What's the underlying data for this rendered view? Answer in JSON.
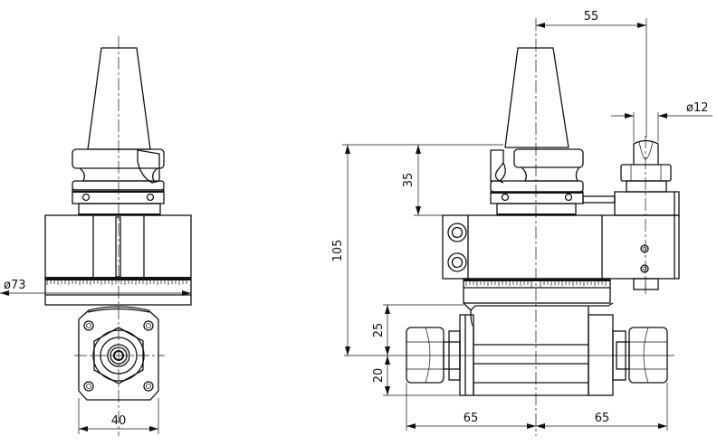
{
  "title": "Angle head technical drawing (front and side views)",
  "colors": {
    "line": "#111111",
    "background": "#ffffff"
  },
  "left_view": {
    "diameter_label": "ø73",
    "width_label": "40"
  },
  "right_view": {
    "offset_label": "55",
    "shaft_diameter_label": "ø12",
    "height_total_label": "105",
    "flange_height_label": "35",
    "upper_label": "25",
    "lower_label": "20",
    "left_reach_label": "65",
    "right_reach_label": "65"
  }
}
